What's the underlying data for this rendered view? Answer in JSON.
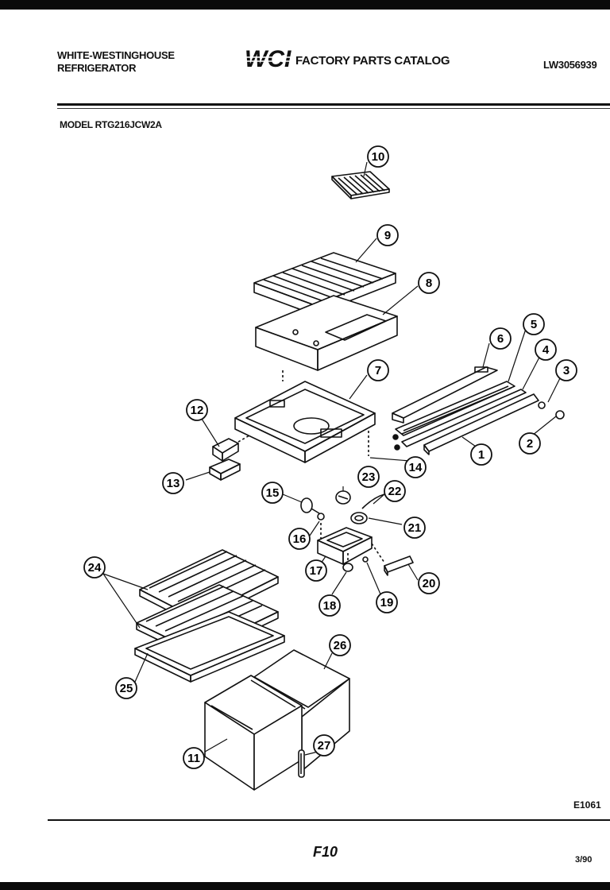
{
  "header": {
    "brand_line1": "WHITE-WESTINGHOUSE",
    "brand_line2": "REFRIGERATOR",
    "logo_text": "WCI",
    "catalog_title": "FACTORY PARTS CATALOG",
    "doc_number": "LW3056939"
  },
  "model": "MODEL RTG216JCW2A",
  "callouts": [
    "1",
    "2",
    "3",
    "4",
    "5",
    "6",
    "7",
    "8",
    "9",
    "10",
    "11",
    "12",
    "13",
    "14",
    "15",
    "16",
    "17",
    "18",
    "19",
    "20",
    "21",
    "22",
    "23",
    "24",
    "25",
    "26",
    "27"
  ],
  "footer": {
    "figure_id": "E1061",
    "page": "F10",
    "date": "3/90"
  }
}
